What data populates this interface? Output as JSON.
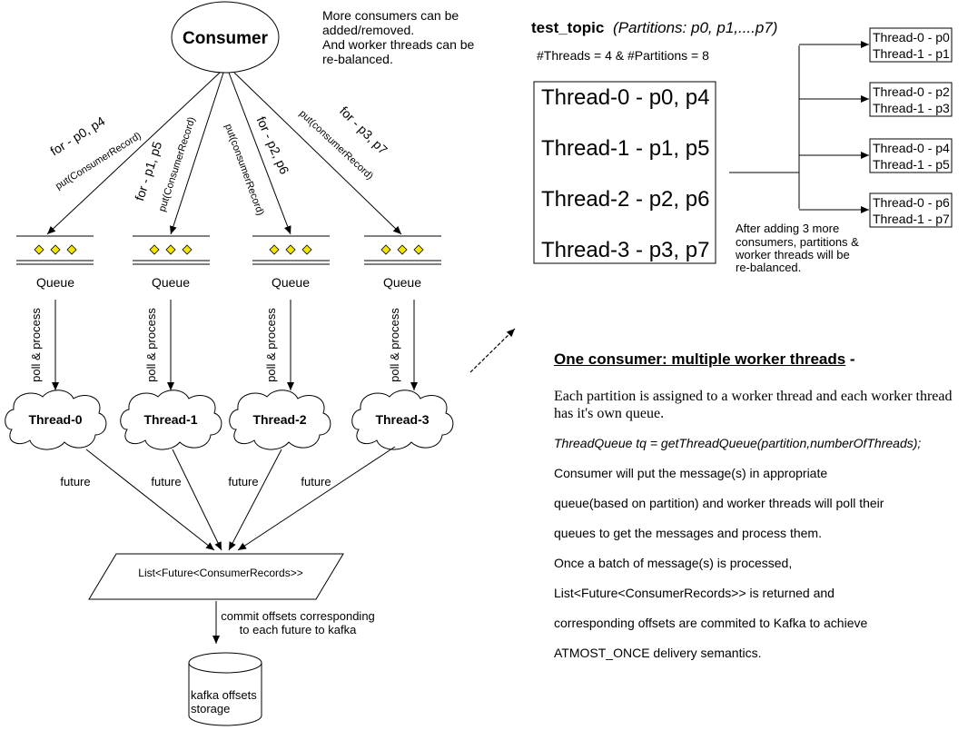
{
  "left": {
    "consumer": "Consumer",
    "consumer_note": [
      "More consumers can be",
      "added/removed.",
      "And worker threads can be",
      "re-balanced."
    ],
    "arrow_labels": [
      {
        "for": "for - p0, p4",
        "put": "put(ConsumerRecord)"
      },
      {
        "for": "for - p1, p5",
        "put": "put(ConsumerRecord)"
      },
      {
        "for": "for - p2, p6",
        "put": "put(consumerRecord)"
      },
      {
        "for": "for - p3, p7",
        "put": "put(consumerRecord)"
      }
    ],
    "queue_label": "Queue",
    "poll_label": "poll & process",
    "threads": [
      "Thread-0",
      "Thread-1",
      "Thread-2",
      "Thread-3"
    ],
    "future_label": "future",
    "list_label": "List<Future<ConsumerRecords>>",
    "commit_label": [
      "commit offsets corresponding",
      "to each future to kafka"
    ],
    "storage_label": [
      "kafka offsets",
      "storage"
    ]
  },
  "right": {
    "topic_name": "test_topic",
    "topic_partitions": "(Partitions: p0, p1,....p7)",
    "counts": "#Threads = 4 & #Partitions = 8",
    "assignments": [
      "Thread-0 - p0, p4",
      "Thread-1 - p1, p5",
      "Thread-2 - p2, p6",
      "Thread-3 - p3, p7"
    ],
    "rebalanced": [
      [
        "Thread-0 - p0",
        "Thread-1 - p1"
      ],
      [
        "Thread-0 - p2",
        "Thread-1 - p3"
      ],
      [
        "Thread-0 - p4",
        "Thread-1 - p5"
      ],
      [
        "Thread-0 - p6",
        "Thread-1 - p7"
      ]
    ],
    "rebalance_note": [
      "After adding 3 more",
      "consumers, partitions &",
      "worker threads will be",
      "re-balanced."
    ]
  },
  "description": {
    "heading": "One consumer: multiple worker threads",
    "heading_suffix": " -",
    "intro": "Each partition is assigned to a worker thread and each worker thread has it's own queue.",
    "code": "ThreadQueue tq = getThreadQueue(partition,numberOfThreads);",
    "lines": [
      "Consumer will put the message(s) in appropriate",
      "queue(based on partition) and worker threads will poll their",
      "queues to get the messages and process them.",
      "Once a batch of message(s) is processed,",
      "List<Future<ConsumerRecords>> is returned and",
      "corresponding offsets are commited to Kafka to achieve",
      "ATMOST_ONCE delivery semantics."
    ]
  }
}
